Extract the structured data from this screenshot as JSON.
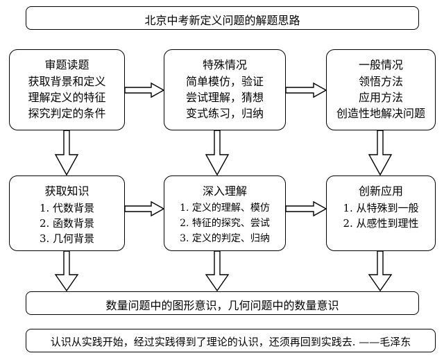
{
  "title": "北京中考新定义问题的解题思路",
  "row1": [
    {
      "heading": "审题读题",
      "lines": [
        "获取背景和定义",
        "理解定义的特征",
        "探究判定的条件"
      ]
    },
    {
      "heading": "特殊情况",
      "lines": [
        "简单模仿，验证",
        "尝试理解，猜想",
        "变式练习，归纳"
      ]
    },
    {
      "heading": "一般情况",
      "lines": [
        "领悟方法",
        "应用方法",
        "创造性地解决问题"
      ]
    }
  ],
  "row2": [
    {
      "heading": "获取知识",
      "lines": [
        "1. 代数背景",
        "2. 函数背景",
        "3. 几何背景"
      ]
    },
    {
      "heading": "深入理解",
      "lines": [
        "1. 定义的理解、模仿",
        "2. 特征的探究、尝试",
        "3. 定义的判定、归纳"
      ]
    },
    {
      "heading": "创新应用",
      "lines": [
        "1. 从特殊到一般",
        "2. 从感性到理性"
      ]
    }
  ],
  "summary": "数量问题中的图形意识，几何问题中的数量意识",
  "quote": "认识从实践开始，经过实践得到了理论的认识，还须再回到实践去. ——毛泽东"
}
